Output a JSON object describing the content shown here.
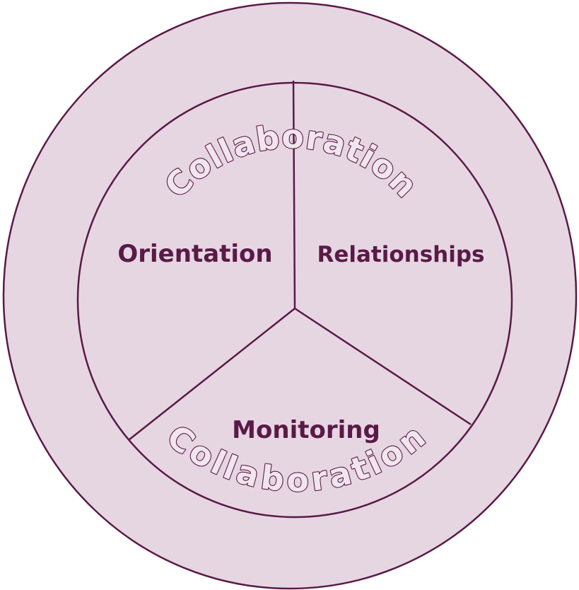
{
  "colors": {
    "fill": "#e6d6e2",
    "stroke": "#5a1a48",
    "label": "#5a1a48",
    "ring_text_fill": "#f1e6ee",
    "ring_text_stroke": "#5a1a48"
  },
  "outer_ring": {
    "top_label": "Collaboration",
    "bottom_label": "Collaboration"
  },
  "segments": {
    "orientation": "Orientation",
    "relationships": "Relationships",
    "monitoring": "Monitoring"
  }
}
